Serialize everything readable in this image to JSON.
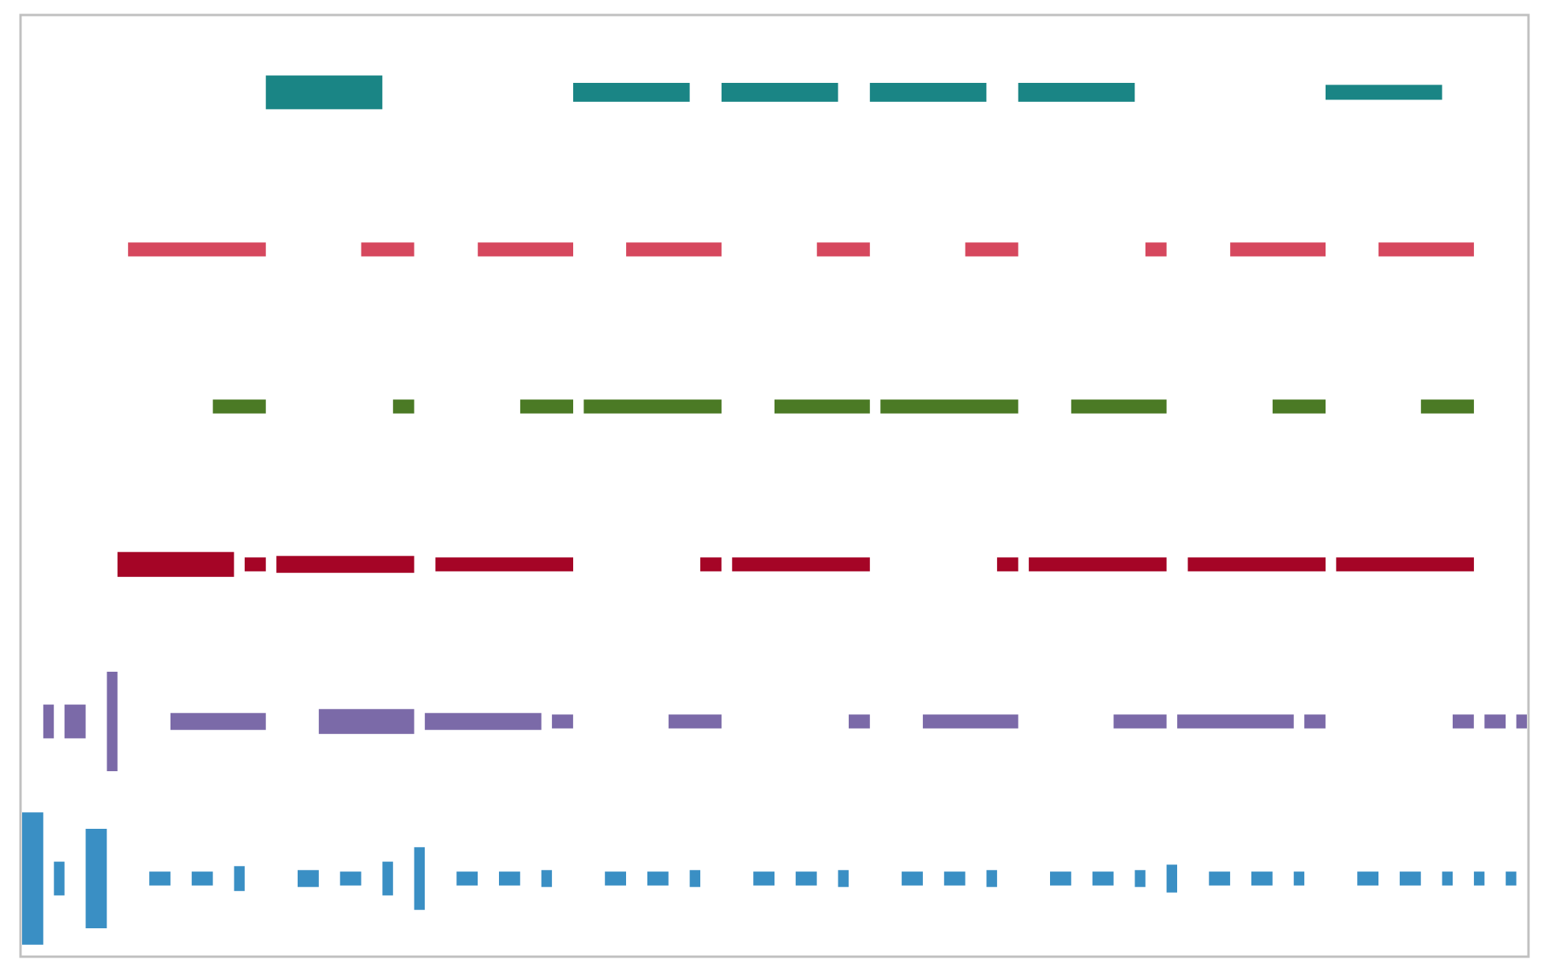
{
  "chart_data": {
    "type": "other",
    "subtype": "sequence-track-plot",
    "title": "",
    "xlabel": "",
    "ylabel": "",
    "grid": false,
    "legend": "none",
    "frame_color": "#c0c0c0",
    "xlim": [
      0,
      142
    ],
    "tracks": [
      {
        "name": "",
        "color": "#1a8585",
        "blocks": [
          {
            "x0": 23.0,
            "x1": 34.0,
            "h": 3.4
          },
          {
            "x0": 52.0,
            "x1": 63.0,
            "h": 1.9
          },
          {
            "x0": 66.0,
            "x1": 77.0,
            "h": 1.9
          },
          {
            "x0": 80.0,
            "x1": 91.0,
            "h": 1.9
          },
          {
            "x0": 94.0,
            "x1": 105.0,
            "h": 1.9
          },
          {
            "x0": 123.0,
            "x1": 134.0,
            "h": 1.5
          }
        ]
      },
      {
        "name": "",
        "color": "#d6485e",
        "blocks": [
          {
            "x0": 10.0,
            "x1": 23.0,
            "h": 1.4
          },
          {
            "x0": 32.0,
            "x1": 37.0,
            "h": 1.4
          },
          {
            "x0": 43.0,
            "x1": 52.0,
            "h": 1.4
          },
          {
            "x0": 57.0,
            "x1": 66.0,
            "h": 1.4
          },
          {
            "x0": 75.0,
            "x1": 80.0,
            "h": 1.4
          },
          {
            "x0": 89.0,
            "x1": 94.0,
            "h": 1.4
          },
          {
            "x0": 106.0,
            "x1": 108.0,
            "h": 1.4
          },
          {
            "x0": 114.0,
            "x1": 123.0,
            "h": 1.4
          },
          {
            "x0": 128.0,
            "x1": 137.0,
            "h": 1.4
          }
        ]
      },
      {
        "name": "",
        "color": "#4b7a25",
        "blocks": [
          {
            "x0": 18.0,
            "x1": 23.0,
            "h": 1.4
          },
          {
            "x0": 35.0,
            "x1": 37.0,
            "h": 1.4
          },
          {
            "x0": 47.0,
            "x1": 52.0,
            "h": 1.4
          },
          {
            "x0": 53.0,
            "x1": 66.0,
            "h": 1.4
          },
          {
            "x0": 71.0,
            "x1": 80.0,
            "h": 1.4
          },
          {
            "x0": 81.0,
            "x1": 94.0,
            "h": 1.4
          },
          {
            "x0": 99.0,
            "x1": 108.0,
            "h": 1.4
          },
          {
            "x0": 118.0,
            "x1": 123.0,
            "h": 1.4
          },
          {
            "x0": 132.0,
            "x1": 137.0,
            "h": 1.4
          }
        ]
      },
      {
        "name": "",
        "color": "#a50526",
        "blocks": [
          {
            "x0": 9.0,
            "x1": 20.0,
            "h": 2.5
          },
          {
            "x0": 21.0,
            "x1": 23.0,
            "h": 1.4
          },
          {
            "x0": 24.0,
            "x1": 37.0,
            "h": 1.7
          },
          {
            "x0": 39.0,
            "x1": 52.0,
            "h": 1.4
          },
          {
            "x0": 64.0,
            "x1": 66.0,
            "h": 1.4
          },
          {
            "x0": 67.0,
            "x1": 80.0,
            "h": 1.4
          },
          {
            "x0": 92.0,
            "x1": 94.0,
            "h": 1.4
          },
          {
            "x0": 95.0,
            "x1": 108.0,
            "h": 1.4
          },
          {
            "x0": 110.0,
            "x1": 123.0,
            "h": 1.4
          },
          {
            "x0": 124.0,
            "x1": 137.0,
            "h": 1.4
          }
        ]
      },
      {
        "name": "",
        "color": "#7b6aa8",
        "blocks": [
          {
            "x0": 2.0,
            "x1": 3.0,
            "h": 3.4
          },
          {
            "x0": 4.0,
            "x1": 6.0,
            "h": 3.4
          },
          {
            "x0": 8.0,
            "x1": 9.0,
            "h": 10.0
          },
          {
            "x0": 14.0,
            "x1": 23.0,
            "h": 1.7
          },
          {
            "x0": 28.0,
            "x1": 37.0,
            "h": 2.5
          },
          {
            "x0": 38.0,
            "x1": 49.0,
            "h": 1.7
          },
          {
            "x0": 50.0,
            "x1": 52.0,
            "h": 1.4
          },
          {
            "x0": 61.0,
            "x1": 66.0,
            "h": 1.4
          },
          {
            "x0": 78.0,
            "x1": 80.0,
            "h": 1.4
          },
          {
            "x0": 85.0,
            "x1": 94.0,
            "h": 1.4
          },
          {
            "x0": 103.0,
            "x1": 108.0,
            "h": 1.4
          },
          {
            "x0": 109.0,
            "x1": 120.0,
            "h": 1.4
          },
          {
            "x0": 121.0,
            "x1": 123.0,
            "h": 1.4
          },
          {
            "x0": 135.0,
            "x1": 137.0,
            "h": 1.4
          },
          {
            "x0": 138.0,
            "x1": 140.0,
            "h": 1.4
          },
          {
            "x0": 141.0,
            "x1": 142.0,
            "h": 1.4
          }
        ]
      },
      {
        "name": "",
        "color": "#3a8fc4",
        "blocks": [
          {
            "x0": 0.0,
            "x1": 2.0,
            "h": 13.3
          },
          {
            "x0": 3.0,
            "x1": 4.0,
            "h": 3.4
          },
          {
            "x0": 6.0,
            "x1": 8.0,
            "h": 10.0
          },
          {
            "x0": 12.0,
            "x1": 14.0,
            "h": 1.4
          },
          {
            "x0": 16.0,
            "x1": 18.0,
            "h": 1.4
          },
          {
            "x0": 20.0,
            "x1": 21.0,
            "h": 2.5
          },
          {
            "x0": 26.0,
            "x1": 28.0,
            "h": 1.7
          },
          {
            "x0": 30.0,
            "x1": 32.0,
            "h": 1.4
          },
          {
            "x0": 34.0,
            "x1": 35.0,
            "h": 3.4
          },
          {
            "x0": 37.0,
            "x1": 38.0,
            "h": 6.3
          },
          {
            "x0": 41.0,
            "x1": 43.0,
            "h": 1.4
          },
          {
            "x0": 45.0,
            "x1": 47.0,
            "h": 1.4
          },
          {
            "x0": 49.0,
            "x1": 50.0,
            "h": 1.7
          },
          {
            "x0": 55.0,
            "x1": 57.0,
            "h": 1.4
          },
          {
            "x0": 59.0,
            "x1": 61.0,
            "h": 1.4
          },
          {
            "x0": 63.0,
            "x1": 64.0,
            "h": 1.7
          },
          {
            "x0": 69.0,
            "x1": 71.0,
            "h": 1.4
          },
          {
            "x0": 73.0,
            "x1": 75.0,
            "h": 1.4
          },
          {
            "x0": 77.0,
            "x1": 78.0,
            "h": 1.7
          },
          {
            "x0": 83.0,
            "x1": 85.0,
            "h": 1.4
          },
          {
            "x0": 87.0,
            "x1": 89.0,
            "h": 1.4
          },
          {
            "x0": 91.0,
            "x1": 92.0,
            "h": 1.7
          },
          {
            "x0": 97.0,
            "x1": 99.0,
            "h": 1.4
          },
          {
            "x0": 101.0,
            "x1": 103.0,
            "h": 1.4
          },
          {
            "x0": 105.0,
            "x1": 106.0,
            "h": 1.7
          },
          {
            "x0": 108.0,
            "x1": 109.0,
            "h": 2.8
          },
          {
            "x0": 112.0,
            "x1": 114.0,
            "h": 1.4
          },
          {
            "x0": 116.0,
            "x1": 118.0,
            "h": 1.4
          },
          {
            "x0": 120.0,
            "x1": 121.0,
            "h": 1.4
          },
          {
            "x0": 126.0,
            "x1": 128.0,
            "h": 1.4
          },
          {
            "x0": 130.0,
            "x1": 132.0,
            "h": 1.4
          },
          {
            "x0": 134.0,
            "x1": 135.0,
            "h": 1.4
          },
          {
            "x0": 137.0,
            "x1": 138.0,
            "h": 1.4
          },
          {
            "x0": 140.0,
            "x1": 141.0,
            "h": 1.4
          }
        ]
      }
    ]
  }
}
